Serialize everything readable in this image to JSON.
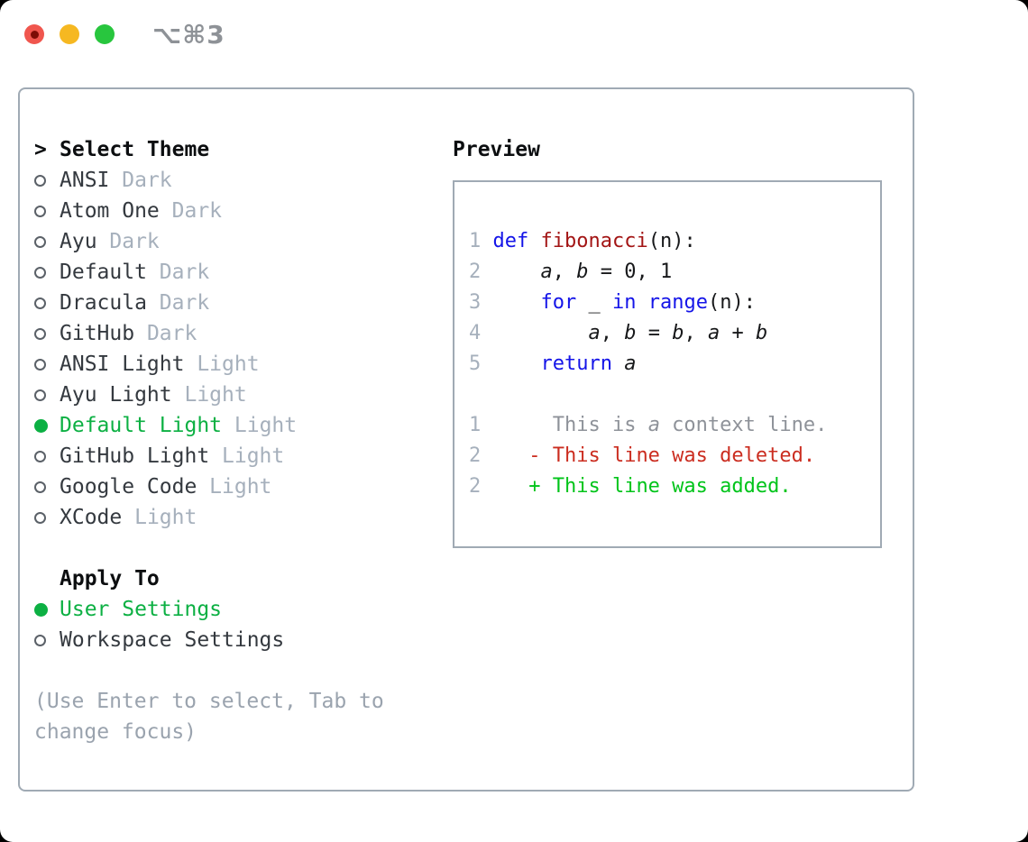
{
  "window": {
    "shortcut": "⌥⌘3"
  },
  "colors": {
    "accent_green": "#0cb043",
    "keyword_blue": "#1414e8",
    "function_red": "#a31515",
    "diff_deleted_red": "#cb2d20",
    "diff_added_green": "#00c41a",
    "muted_gray": "#a6b0bc",
    "panel_border": "#a0aab4",
    "traffic_red": "#f0564e",
    "traffic_yellow": "#f6b821",
    "traffic_green": "#28c63e"
  },
  "select_theme": {
    "prompt": ">",
    "header": "Select Theme",
    "items": [
      {
        "name": "ANSI",
        "tag": "Dark",
        "selected": false
      },
      {
        "name": "Atom One",
        "tag": "Dark",
        "selected": false
      },
      {
        "name": "Ayu",
        "tag": "Dark",
        "selected": false
      },
      {
        "name": "Default",
        "tag": "Dark",
        "selected": false
      },
      {
        "name": "Dracula",
        "tag": "Dark",
        "selected": false
      },
      {
        "name": "GitHub",
        "tag": "Dark",
        "selected": false
      },
      {
        "name": "ANSI Light",
        "tag": "Light",
        "selected": false
      },
      {
        "name": "Ayu Light",
        "tag": "Light",
        "selected": false
      },
      {
        "name": "Default Light",
        "tag": "Light",
        "selected": true
      },
      {
        "name": "GitHub Light",
        "tag": "Light",
        "selected": false
      },
      {
        "name": "Google Code",
        "tag": "Light",
        "selected": false
      },
      {
        "name": "XCode",
        "tag": "Light",
        "selected": false
      }
    ]
  },
  "apply_to": {
    "header": "Apply To",
    "items": [
      {
        "name": "User Settings",
        "selected": true
      },
      {
        "name": "Workspace Settings",
        "selected": false
      }
    ]
  },
  "hint": "(Use Enter to select, Tab to change focus)",
  "preview": {
    "title": "Preview",
    "lines": [
      {
        "tokens": [
          {
            "t": "1 ",
            "c": "ln"
          },
          {
            "t": "def",
            "c": "kw"
          },
          {
            "t": " ",
            "c": "p"
          },
          {
            "t": "fibonacci",
            "c": "fn"
          },
          {
            "t": "(n):",
            "c": "p"
          }
        ]
      },
      {
        "tokens": [
          {
            "t": "2 ",
            "c": "ln"
          },
          {
            "t": "    ",
            "c": "p"
          },
          {
            "t": "a",
            "c": "v"
          },
          {
            "t": ", ",
            "c": "p"
          },
          {
            "t": "b",
            "c": "v"
          },
          {
            "t": " = 0, 1",
            "c": "p"
          }
        ]
      },
      {
        "tokens": [
          {
            "t": "3 ",
            "c": "ln"
          },
          {
            "t": "    ",
            "c": "p"
          },
          {
            "t": "for",
            "c": "kw"
          },
          {
            "t": " _ ",
            "c": "p"
          },
          {
            "t": "in",
            "c": "kw"
          },
          {
            "t": " ",
            "c": "p"
          },
          {
            "t": "range",
            "c": "kw"
          },
          {
            "t": "(n):",
            "c": "p"
          }
        ]
      },
      {
        "tokens": [
          {
            "t": "4 ",
            "c": "ln"
          },
          {
            "t": "        ",
            "c": "p"
          },
          {
            "t": "a",
            "c": "v"
          },
          {
            "t": ", ",
            "c": "p"
          },
          {
            "t": "b",
            "c": "v"
          },
          {
            "t": " = ",
            "c": "p"
          },
          {
            "t": "b",
            "c": "v"
          },
          {
            "t": ", ",
            "c": "p"
          },
          {
            "t": "a",
            "c": "v"
          },
          {
            "t": " + ",
            "c": "p"
          },
          {
            "t": "b",
            "c": "v"
          }
        ]
      },
      {
        "tokens": [
          {
            "t": "5 ",
            "c": "ln"
          },
          {
            "t": "    ",
            "c": "p"
          },
          {
            "t": "return",
            "c": "kw"
          },
          {
            "t": " ",
            "c": "p"
          },
          {
            "t": "a",
            "c": "v"
          }
        ]
      },
      {
        "tokens": []
      },
      {
        "tokens": [
          {
            "t": "1 ",
            "c": "ln"
          },
          {
            "t": "     This is ",
            "c": "ctx"
          },
          {
            "t": "a",
            "c": "ctxv"
          },
          {
            "t": " context line.",
            "c": "ctx"
          }
        ]
      },
      {
        "tokens": [
          {
            "t": "2 ",
            "c": "ln"
          },
          {
            "t": "   - This line was deleted.",
            "c": "del"
          }
        ]
      },
      {
        "tokens": [
          {
            "t": "2 ",
            "c": "ln"
          },
          {
            "t": "   + This line was added.",
            "c": "add"
          }
        ]
      }
    ]
  }
}
